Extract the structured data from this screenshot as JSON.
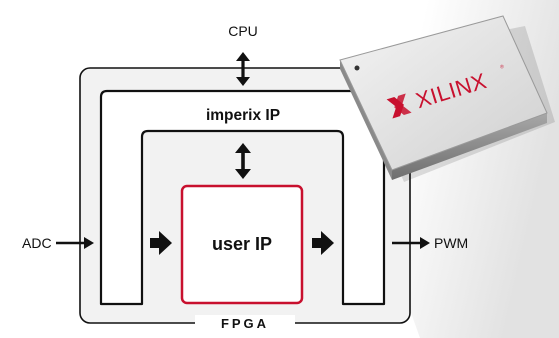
{
  "labels": {
    "cpu": "CPU",
    "adc": "ADC",
    "pwm": "PWM",
    "imperix_ip": "imperix IP",
    "user_ip": "user IP",
    "fpga": "FPGA"
  },
  "chip": {
    "brand": "XILINX",
    "brand_color": "#c8102e"
  },
  "colors": {
    "outline": "#111111",
    "fpga_fill": "#f2f2f2",
    "user_ip_border": "#c8102e",
    "background_shadow": "#e6e6e6"
  }
}
